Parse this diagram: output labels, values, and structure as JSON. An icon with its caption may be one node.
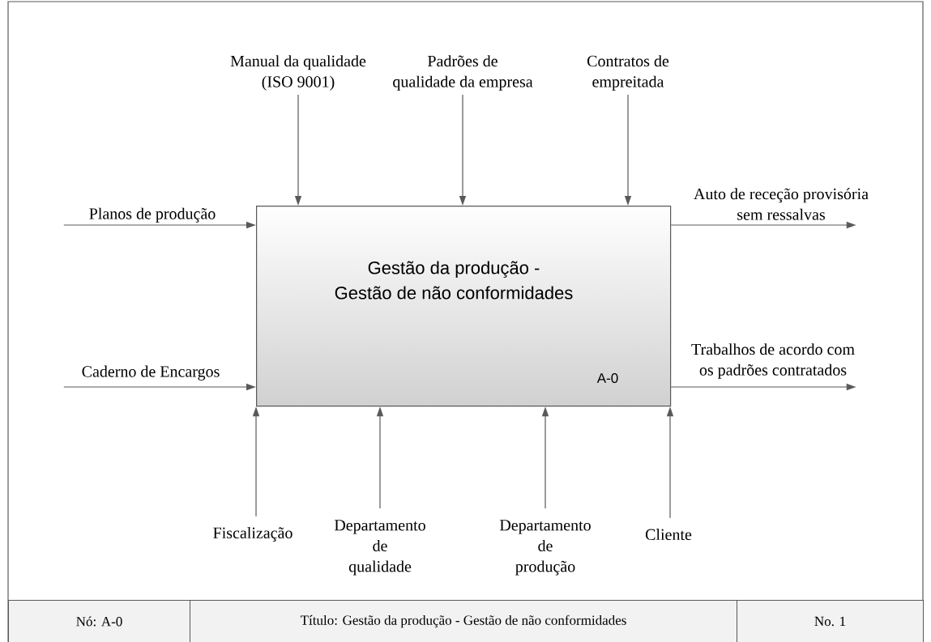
{
  "diagram": {
    "nodes": [
      {
        "text": [
          "Gestão da produção - Gestão de não conformidades",
          "A-0"
        ]
      },
      {
        "text": [
          "Manual da qualidade (ISO 9001)"
        ]
      },
      {
        "text": [
          "Padrões de qualidade da empresa"
        ]
      },
      {
        "text": [
          "Contratos de empreitada"
        ]
      },
      {
        "text": [
          "Planos de produção"
        ]
      },
      {
        "text": [
          "Auto de receção provisória sem ressalvas"
        ]
      },
      {
        "text": [
          "Caderno de Encargos"
        ]
      },
      {
        "text": [
          "Trabalhos de acordo com os padrões contratados"
        ]
      },
      {
        "text": [
          "Fiscalização"
        ]
      },
      {
        "text": [
          "Departamento de qualidade"
        ]
      },
      {
        "text": [
          "Departamento de produção"
        ]
      },
      {
        "text": [
          "Cliente"
        ]
      }
    ],
    "edges": [
      {
        "from": 4,
        "to": 0,
        "arrow": "to"
      },
      {
        "from": 6,
        "to": 0,
        "arrow": "to"
      },
      {
        "from": 1,
        "to": 0,
        "arrow": "to"
      },
      {
        "from": 2,
        "to": 0,
        "arrow": "to"
      },
      {
        "from": 3,
        "to": 0,
        "arrow": "to"
      },
      {
        "from": 0,
        "to": 5,
        "arrow": "to"
      },
      {
        "from": 0,
        "to": 7,
        "arrow": "to"
      },
      {
        "from": 8,
        "to": 0,
        "arrow": "to"
      },
      {
        "from": 9,
        "to": 0,
        "arrow": "to"
      },
      {
        "from": 10,
        "to": 0,
        "arrow": "to"
      },
      {
        "from": 11,
        "to": 0,
        "arrow": "to"
      }
    ],
    "labels": [
      "Nó: A-0",
      "Título: Gestão da produção - Gestão de não conformidades",
      "No. 1"
    ]
  }
}
